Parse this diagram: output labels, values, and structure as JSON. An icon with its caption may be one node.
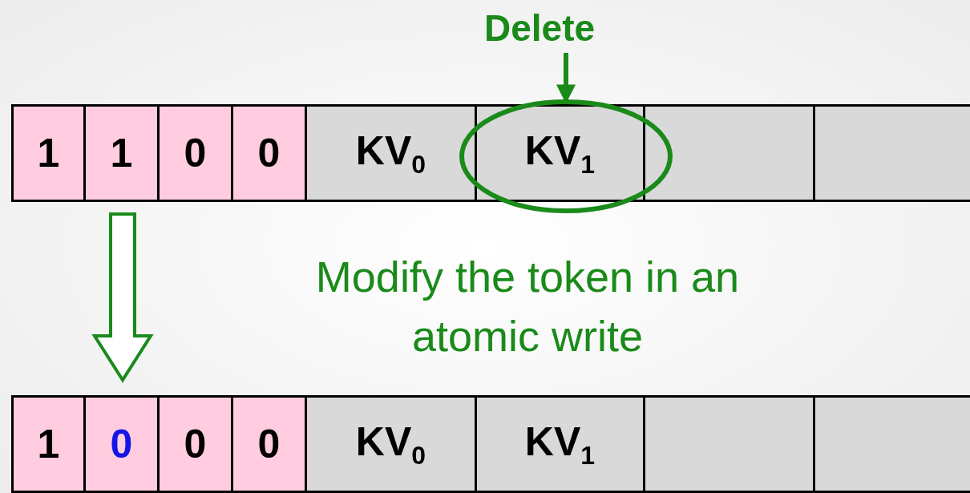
{
  "diagram": {
    "nodes": [
      {
        "text": [
          "Delete"
        ]
      },
      {
        "text": [],
        "shape": "bar"
      },
      {
        "text": [
          "1"
        ],
        "in": 1
      },
      {
        "text": [
          "1"
        ],
        "in": 1
      },
      {
        "text": [
          "0"
        ],
        "in": 1
      },
      {
        "text": [
          "0"
        ],
        "in": 1
      },
      {
        "text": [
          "KV$_{0}$"
        ],
        "in": 1
      },
      {
        "text": [
          "KV$_{1}$"
        ],
        "in": 1
      },
      {
        "text": [],
        "shape": "box",
        "in": 1
      },
      {
        "text": [],
        "shape": "box",
        "in": 1
      },
      {
        "text": [],
        "shape": "bar"
      },
      {
        "text": [
          "1"
        ],
        "in": 10
      },
      {
        "text": [
          "0"
        ],
        "in": 10
      },
      {
        "text": [
          "0"
        ],
        "in": 10
      },
      {
        "text": [
          "0"
        ],
        "in": 10
      },
      {
        "text": [
          "KV$_{0}$"
        ],
        "in": 10
      },
      {
        "text": [
          "KV$_{1}$"
        ],
        "in": 10
      },
      {
        "text": [],
        "shape": "box",
        "in": 10
      },
      {
        "text": [],
        "shape": "box",
        "in": 10
      }
    ],
    "edges": [
      {
        "from": 0,
        "to": 7,
        "arrow": "to",
        "color": "#1a8a1a"
      },
      {
        "from": 3,
        "to": 12,
        "arrow": "to",
        "color": "#1a8a1a"
      }
    ],
    "labels": [
      "Modify the token in an atomic write"
    ]
  }
}
